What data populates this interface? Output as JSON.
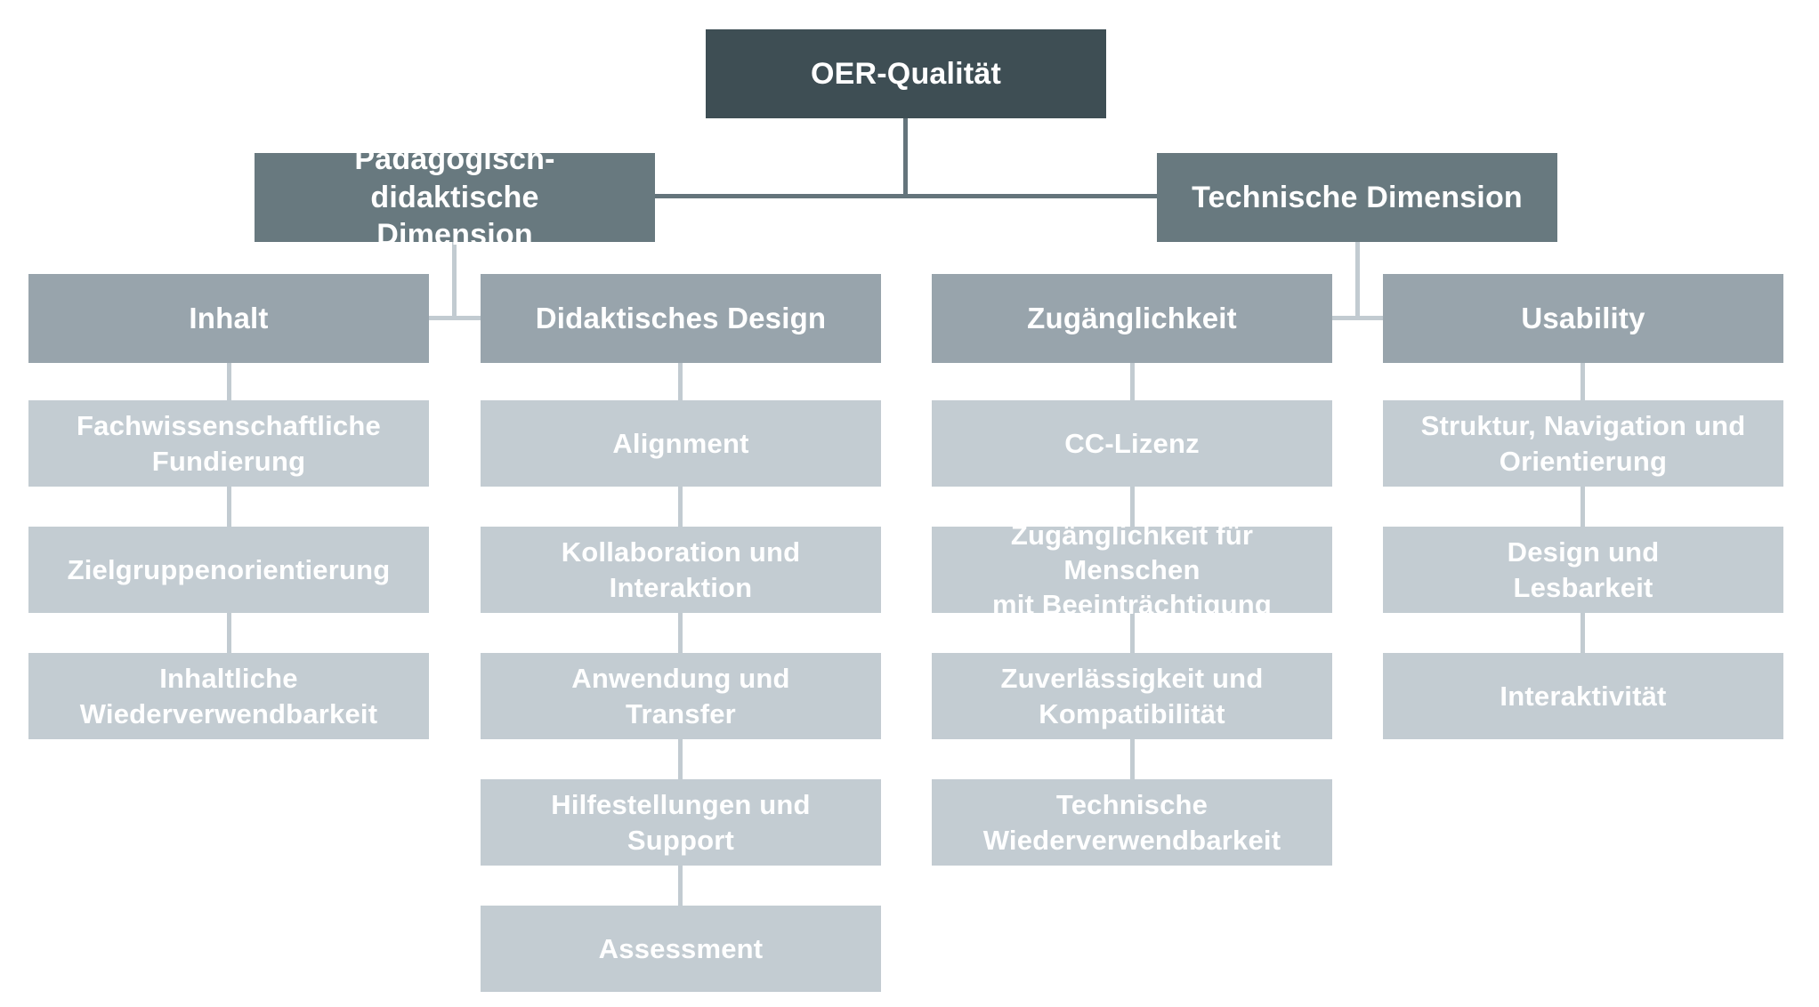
{
  "colors": {
    "root_box": "#3E4E54",
    "dimension_box": "#68797F",
    "category_box": "#98A4AC",
    "item_box": "#C3CCD2",
    "connector_dark": "#64747B",
    "connector_light": "#C2CBD1",
    "text": "#FFFFFF",
    "background": "#FFFFFF"
  },
  "tree": {
    "root": {
      "label": "OER-Qualität"
    },
    "branches": [
      {
        "label": "Pädagogisch-didaktische\nDimension",
        "categories": [
          {
            "label": "Inhalt",
            "children": [
              "Fachwissenschaftliche\nFundierung",
              "Zielgruppenorientierung",
              "Inhaltliche\nWiederverwendbarkeit"
            ]
          },
          {
            "label": "Didaktisches Design",
            "children": [
              "Alignment",
              "Kollaboration und\nInteraktion",
              "Anwendung und\nTransfer",
              "Hilfestellungen und\nSupport",
              "Assessment"
            ]
          }
        ]
      },
      {
        "label": "Technische Dimension",
        "categories": [
          {
            "label": "Zugänglichkeit",
            "children": [
              "CC-Lizenz",
              "Zugänglichkeit für Menschen\nmit Beeinträchtigung",
              "Zuverlässigkeit und\nKompatibilität",
              "Technische\nWiederverwendbarkeit"
            ]
          },
          {
            "label": "Usability",
            "children": [
              "Struktur, Navigation und\nOrientierung",
              "Design und\nLesbarkeit",
              "Interaktivität"
            ]
          }
        ]
      }
    ]
  }
}
